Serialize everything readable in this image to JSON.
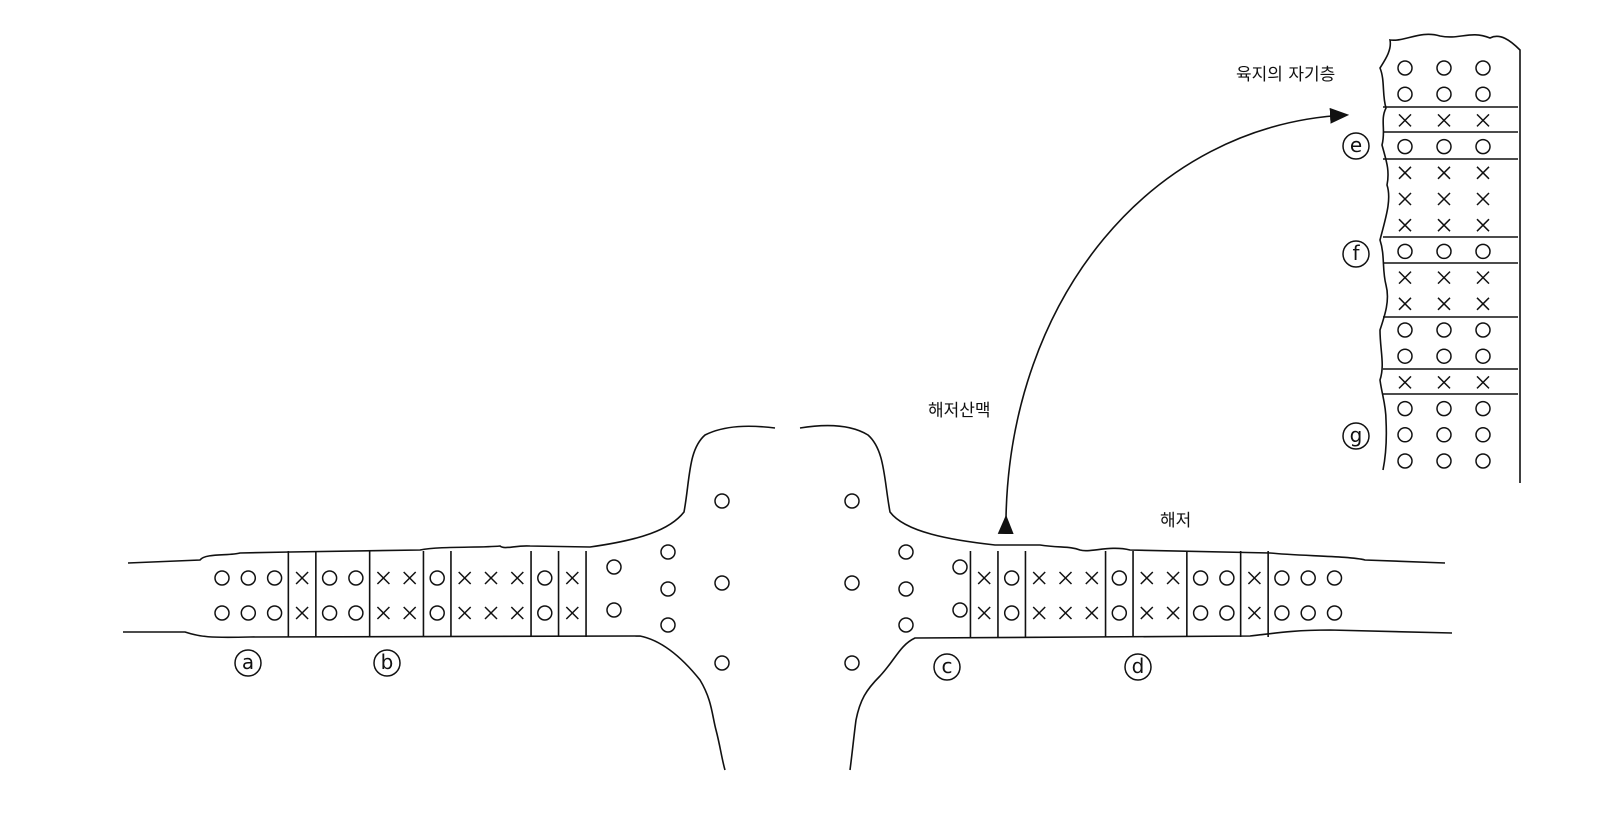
{
  "labels": {
    "land_layers": "육지의 자기층",
    "ridge": "해저산맥",
    "seafloor": "해저"
  },
  "markers": {
    "a": "a",
    "b": "b",
    "c": "c",
    "d": "d",
    "e": "e",
    "f": "f",
    "g": "g"
  },
  "legend_symbols": {
    "normal": "O",
    "reversed": "X"
  },
  "left_band_sequence": [
    "O",
    "O",
    "O",
    "|",
    "X",
    "|",
    "O",
    "O",
    "|",
    "X",
    "X",
    "|",
    "O",
    "|",
    "X",
    "X",
    "X",
    "|",
    "O",
    "|",
    "X",
    "|"
  ],
  "right_band_sequence": [
    "|",
    "X",
    "|",
    "O",
    "|",
    "X",
    "X",
    "X",
    "|",
    "O",
    "|",
    "X",
    "X",
    "|",
    "O",
    "O",
    "|",
    "X",
    "|",
    "O",
    "O",
    "O"
  ],
  "land_column_rows": [
    "O",
    "O",
    "X",
    "O",
    "X",
    "X",
    "X",
    "O",
    "X",
    "X",
    "O",
    "O",
    "X",
    "O",
    "O",
    "O"
  ]
}
